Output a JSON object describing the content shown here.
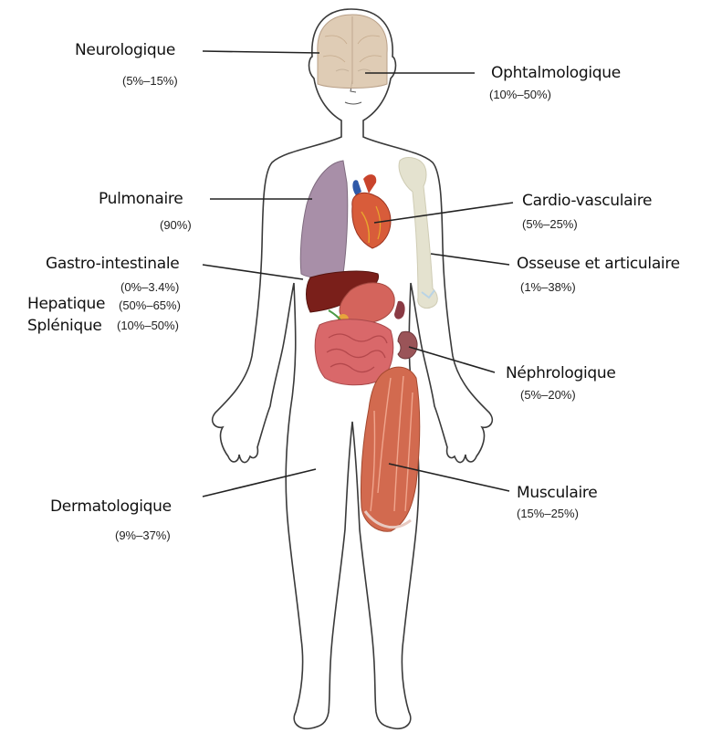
{
  "organs": {
    "neuro": {
      "label": "Neurologique",
      "range": "(5%–15%)"
    },
    "ophtalmo": {
      "label": "Ophtalmologique",
      "range": "(10%–50%)"
    },
    "pulmo": {
      "label": "Pulmonaire",
      "range": "(90%)"
    },
    "cardio": {
      "label": "Cardio-vasculaire",
      "range": "(5%–25%)"
    },
    "gastro": {
      "label": "Gastro-intestinale",
      "range": "(0%–3.4%)"
    },
    "osseuse": {
      "label": "Osseuse et articulaire",
      "range": "(1%–38%)"
    },
    "hepatique": {
      "label": "Hepatique",
      "range": "(50%–65%)"
    },
    "splenique": {
      "label": "Splénique",
      "range": "(10%–50%)"
    },
    "nephro": {
      "label": "Néphrologique",
      "range": "(5%–20%)"
    },
    "dermato": {
      "label": "Dermatologique",
      "range": "(9%–37%)"
    },
    "musculaire": {
      "label": "Musculaire",
      "range": "(15%–25%)"
    }
  },
  "colors": {
    "outline": "#3a3a3a",
    "brain": "#d9c3a8",
    "lung": "#a88fa8",
    "heart": "#c9442c",
    "bone": "#e4e2cf",
    "liver": "#7a1f1a",
    "stomach": "#d4645c",
    "intestine": "#d9686a",
    "kidney": "#9a5458",
    "muscle": "#d26a4f",
    "leader": "#222222"
  }
}
